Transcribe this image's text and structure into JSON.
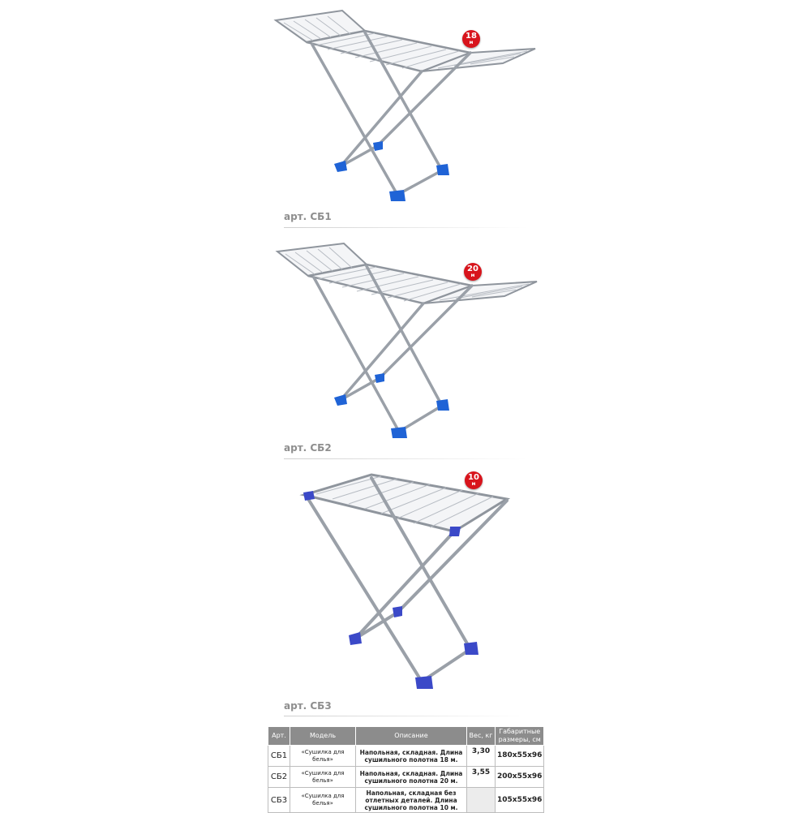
{
  "products": [
    {
      "badge_number": "18",
      "badge_unit": "м",
      "caption": "арт. СБ1"
    },
    {
      "badge_number": "20",
      "badge_unit": "м",
      "caption": "арт. СБ2"
    },
    {
      "badge_number": "10",
      "badge_unit": "м",
      "caption": "арт. СБ3"
    }
  ],
  "table": {
    "headers": [
      "Арт.",
      "Модель",
      "Описание",
      "Вес, кг",
      "Габаритные размеры, см"
    ],
    "rows": [
      {
        "art": "СБ1",
        "model": "«Сушилка для белья»",
        "description": "Напольная, складная. Длина сушильного полотна 18 м.",
        "weight": "3,30",
        "dimensions": "180x55x96"
      },
      {
        "art": "СБ2",
        "model": "«Сушилка для белья»",
        "description": "Напольная, складная. Длина сушильного полотна 20 м.",
        "weight": "3,55",
        "dimensions": "200x55x96"
      },
      {
        "art": "СБ3",
        "model": "«Сушилка для белья»",
        "description": "Напольная, складная без отлетных деталей. Длина сушильного полотна 10 м.",
        "weight": "",
        "dimensions": "105x55x96"
      }
    ]
  },
  "colors": {
    "frame": "#9aa0a8",
    "feet": "#1f63d6",
    "badge": "#d8141c",
    "header_bg": "#8c8c8c"
  }
}
